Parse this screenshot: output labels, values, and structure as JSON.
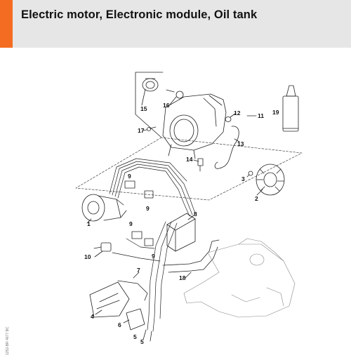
{
  "header": {
    "title": "Electric motor, Electronic module, Oil tank",
    "accent_color": "#f36c21",
    "background_color": "#e6e6e6"
  },
  "diagram": {
    "callouts": {
      "c1": "1",
      "c2": "2",
      "c3": "3",
      "c4": "4",
      "c5a": "5",
      "c5b": "5",
      "c6": "6",
      "c7": "7",
      "c8": "8",
      "c9a": "9",
      "c9b": "9",
      "c9c": "9",
      "c9d": "9",
      "c10": "10",
      "c11": "11",
      "c12": "12",
      "c13": "13",
      "c14": "14",
      "c15": "15",
      "c16": "16",
      "c17": "17",
      "c18": "18",
      "c19": "19"
    },
    "drawing_code": "1252-BR 4677 BC"
  }
}
